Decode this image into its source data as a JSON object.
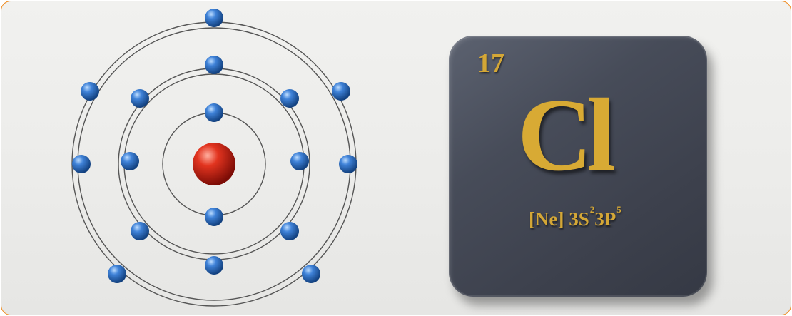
{
  "element": {
    "atomic_number": "17",
    "symbol": "Cl",
    "configuration": {
      "core": "[Ne]",
      "s_orbital": "3S",
      "s_electrons": "2",
      "p_orbital": "3P",
      "p_electrons": "5"
    }
  },
  "atom_model": {
    "shell_electron_counts": [
      2,
      8,
      7
    ]
  },
  "colors": {
    "frame_border": "#ef8a1d",
    "tile": "#474c59",
    "gold_text": "#d4a736",
    "electron": "#1f5fb8",
    "nucleus": "#c41b14"
  }
}
